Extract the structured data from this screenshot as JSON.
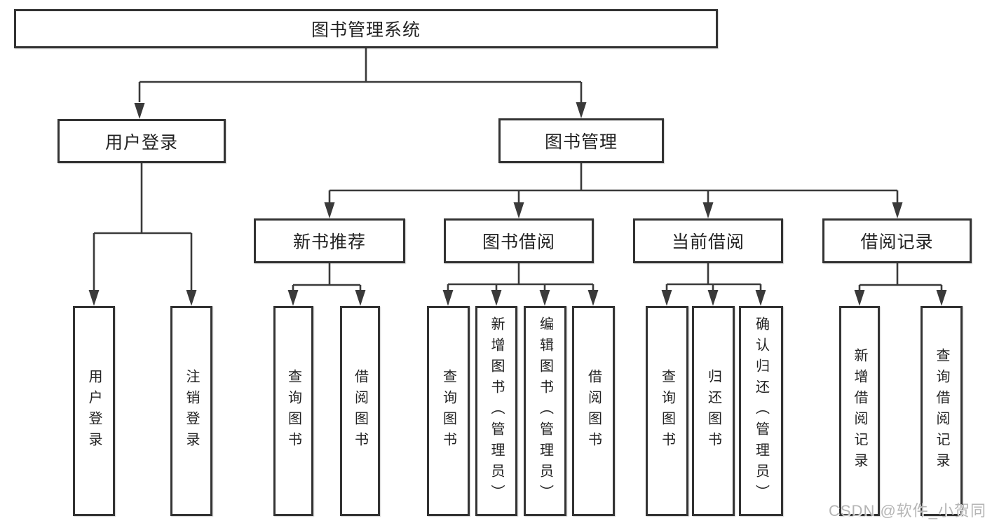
{
  "colors": {
    "line": "#3a3a3a",
    "box_border": "#333333",
    "text": "#222222",
    "watermark": "#b5b5b5",
    "background": "#ffffff"
  },
  "tree": {
    "root": {
      "label": "图书管理系统",
      "children": [
        {
          "label": "用户登录",
          "children": [
            {
              "label": "用户登录"
            },
            {
              "label": "注销登录"
            }
          ]
        },
        {
          "label": "图书管理",
          "children": [
            {
              "label": "新书推荐",
              "children": [
                {
                  "label": "查询图书"
                },
                {
                  "label": "借阅图书"
                }
              ]
            },
            {
              "label": "图书借阅",
              "children": [
                {
                  "label": "查询图书"
                },
                {
                  "label": "新增图书（管理员）"
                },
                {
                  "label": "编辑图书（管理员）"
                },
                {
                  "label": "借阅图书"
                }
              ]
            },
            {
              "label": "当前借阅",
              "children": [
                {
                  "label": "查询图书"
                },
                {
                  "label": "归还图书"
                },
                {
                  "label": "确认归还（管理员）"
                }
              ]
            },
            {
              "label": "借阅记录",
              "children": [
                {
                  "label": "新增借阅记录"
                },
                {
                  "label": "查询借阅记录"
                }
              ]
            }
          ]
        }
      ]
    }
  },
  "watermark": {
    "text": "CSDN @软件_小贺同学"
  }
}
